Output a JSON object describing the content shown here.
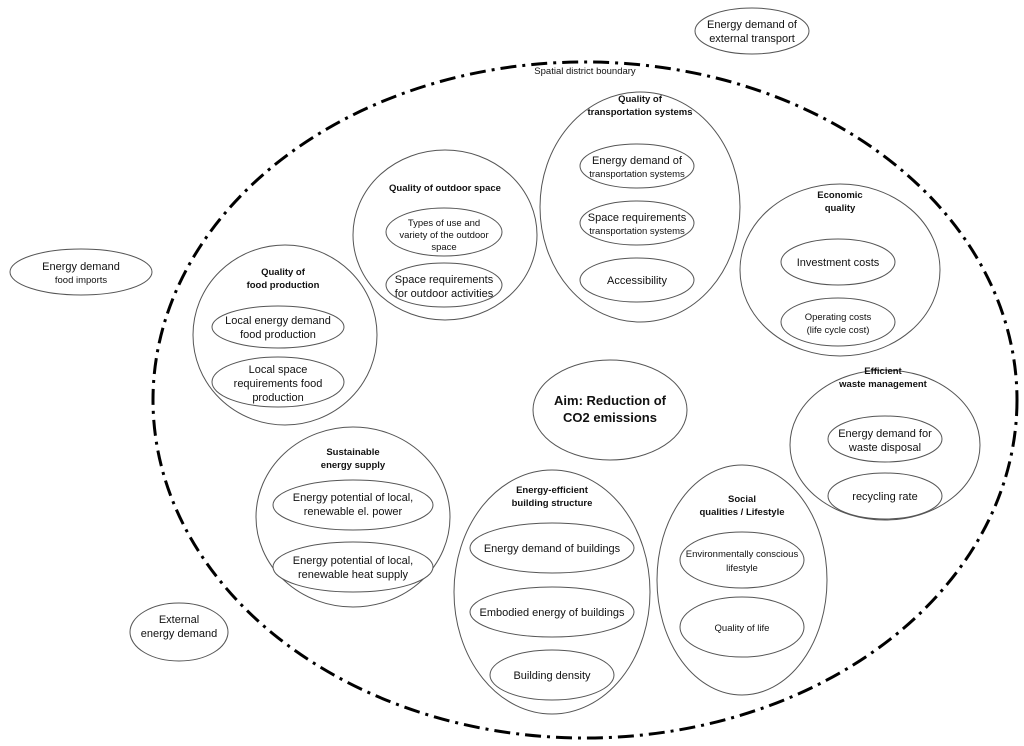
{
  "boundary_label": "Spatial district boundary",
  "aim": [
    "Aim: Reduction of",
    "CO2 emissions"
  ],
  "external": {
    "transport": [
      "Energy demand of",
      "external transport"
    ],
    "food": [
      "Energy demand",
      "food imports"
    ],
    "energy": [
      "External",
      "energy demand"
    ]
  },
  "groups": {
    "transport": {
      "title": [
        "Quality of",
        "transportation systems"
      ],
      "items": [
        [
          "Energy demand of",
          "transportation systems"
        ],
        [
          "Space requirements",
          "transportation systems"
        ],
        [
          "Accessibility"
        ]
      ]
    },
    "outdoor": {
      "title": [
        "Quality of outdoor space"
      ],
      "items": [
        [
          "Types of use and",
          "variety of the outdoor",
          "space"
        ],
        [
          "Space requirements",
          "for outdoor activities"
        ]
      ]
    },
    "economic": {
      "title": [
        "Economic",
        "quality"
      ],
      "items": [
        [
          "Investment costs"
        ],
        [
          "Operating costs",
          "(life cycle cost)"
        ]
      ]
    },
    "food": {
      "title": [
        "Quality of",
        "food production"
      ],
      "items": [
        [
          "Local energy demand",
          "food production"
        ],
        [
          "Local space",
          "requirements food",
          "production"
        ]
      ]
    },
    "waste": {
      "title": [
        "Efficient",
        "waste management"
      ],
      "items": [
        [
          "Energy demand for",
          "waste disposal"
        ],
        [
          "recycling rate"
        ]
      ]
    },
    "energy_supply": {
      "title": [
        "Sustainable",
        "energy supply"
      ],
      "items": [
        [
          "Energy potential of local,",
          "renewable el. power"
        ],
        [
          "Energy potential of local,",
          "renewable heat supply"
        ]
      ]
    },
    "building": {
      "title": [
        "Energy-efficient",
        "building structure"
      ],
      "items": [
        [
          "Energy demand of buildings"
        ],
        [
          "Embodied energy of buildings"
        ],
        [
          "Building density"
        ]
      ]
    },
    "social": {
      "title": [
        "Social",
        "qualities / Lifestyle"
      ],
      "items": [
        [
          "Environmentally conscious",
          "lifestyle"
        ],
        [
          "Quality of life"
        ]
      ]
    }
  }
}
